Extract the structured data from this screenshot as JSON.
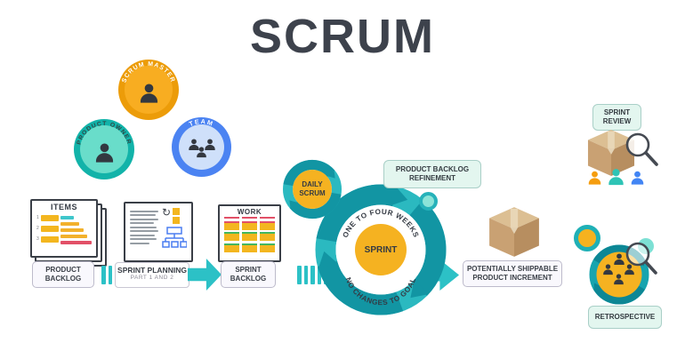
{
  "title": "SCRUM",
  "roles": {
    "scrum_master": "SCRUM MASTER",
    "product_owner": "PRODUCT OWNER",
    "team": "TEAM"
  },
  "product_backlog": {
    "card_title": "ITEMS",
    "item_numbers": [
      "1",
      "2",
      "3"
    ],
    "label": "PRODUCT BACKLOG"
  },
  "sprint_planning": {
    "label": "SPRINT PLANNING",
    "sublabel": "PART 1 AND 2"
  },
  "sprint_backlog": {
    "card_title": "WORK",
    "label": "SPRINT BACKLOG"
  },
  "sprint_cycle": {
    "daily_scrum_label": "DAILY SCRUM",
    "center_label": "SPRINT",
    "top_arc_text": "ONE TO FOUR WEEKS",
    "bottom_arc_text": "NO CHANGES TO GOAL",
    "refinement_label": "PRODUCT BACKLOG REFINEMENT"
  },
  "increment": {
    "label": "POTENTIALLY SHIPPABLE PRODUCT INCREMENT"
  },
  "sprint_review": {
    "label": "SPRINT REVIEW"
  },
  "retrospective": {
    "label": "RETROSPECTIVE"
  },
  "colors": {
    "teal": "#2bbac0",
    "teal_dark": "#1295a3",
    "mint_bg": "#e3f6ef",
    "yellow_center": "#f5b221",
    "orange_ring": "#ec9c09",
    "orange_fill": "#f8ad21",
    "po_ring": "#12b3a9",
    "po_fill": "#69ddca",
    "team_ring": "#4b83f2",
    "team_fill": "#cfe0fa",
    "title_color": "#3d424c",
    "red": "#e25067",
    "box_top": "#dcbf93",
    "box_left": "#c9a173",
    "box_right": "#b78e60",
    "person_dark": "#333840",
    "review_people": [
      "#f59d0e",
      "#2ec4b6",
      "#4285f4"
    ]
  }
}
